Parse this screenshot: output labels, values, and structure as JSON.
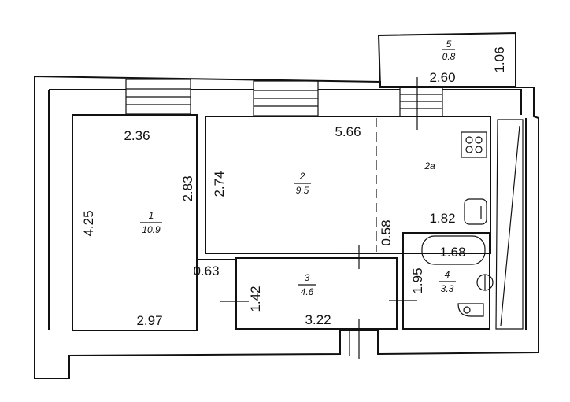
{
  "rooms": {
    "room1": {
      "number": "1",
      "area": "10.9"
    },
    "room2": {
      "number": "2",
      "area": "9.5"
    },
    "room2a": {
      "number": "2а"
    },
    "room3": {
      "number": "3",
      "area": "4.6"
    },
    "room4": {
      "number": "4",
      "area": "3.3"
    },
    "room5": {
      "number": "5",
      "area": "0.8"
    }
  },
  "dimensions": {
    "r1_top": "2.36",
    "r1_left": "4.25",
    "r1_right": "2.83",
    "r1_bottom": "2.97",
    "r1_step": "0.63",
    "r2_top": "5.66",
    "r2_left": "2.74",
    "r2_step": "0.58",
    "kitchen_width": "1.82",
    "r3_left": "1.42",
    "r3_bottom": "3.22",
    "r4_left": "1.95",
    "bath": "1.68",
    "balcony_width": "2.60",
    "balcony_depth": "1.06"
  }
}
